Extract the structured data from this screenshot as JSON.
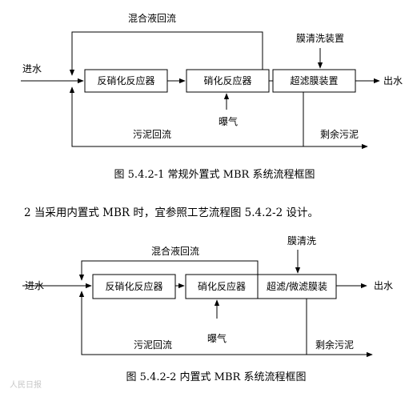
{
  "diagram1": {
    "labels": {
      "mixed_return": "混合液回流",
      "membrane_cleaning": "膜清洗装置",
      "inlet": "进水",
      "outlet": "出水",
      "denitrification": "反硝化反应器",
      "nitrification": "硝化反应器",
      "ultrafiltration": "超滤膜装置",
      "aeration": "曝气",
      "sludge_return": "污泥回流",
      "excess_sludge": "剩余污泥"
    },
    "caption": "图 5.4.2-1 常规外置式 MBR 系统流程框图"
  },
  "paragraph": {
    "number": "2",
    "text": " 当采用内置式 MBR 时，宜参照工艺流程图 5.4.2-2 设计。"
  },
  "diagram2": {
    "labels": {
      "mixed_return": "混合液回流",
      "membrane_cleaning": "膜清洗",
      "inlet": "进水",
      "outlet": "出水",
      "denitrification": "反硝化反应器",
      "nitrification": "硝化反应器",
      "membrane_unit": "超滤/微滤膜装",
      "aeration": "曝气",
      "sludge_return": "污泥回流",
      "excess_sludge": "剩余污泥"
    },
    "caption": "图 5.4.2-2 内置式 MBR 系统流程框图"
  },
  "watermark": "人民日报"
}
